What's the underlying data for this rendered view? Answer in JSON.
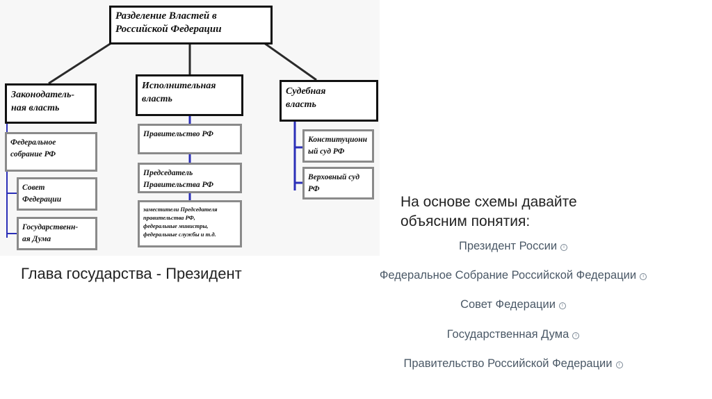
{
  "diagram": {
    "title": "Разделение Властей в\nРоссийской Федерации",
    "branches": {
      "legislative": {
        "label": "Законодатель-\nная власть",
        "children": [
          "Федеральное\nсобрание РФ",
          "Совет\nФедерации",
          "Государственн-\nая Дума"
        ]
      },
      "executive": {
        "label": "Исполнительная\nвласть",
        "children": [
          "Правительство РФ",
          "Председатель\nПравительства РФ",
          "заместители Председателя\nправительства РФ,\nфедеральные министры,\nфедеральные службы и т.д."
        ]
      },
      "judicial": {
        "label": "Судебная\nвласть",
        "children": [
          "Конституционн\nый суд РФ",
          "Верховный суд\nРФ"
        ]
      }
    },
    "colors": {
      "blue_connector": "#2b2fb8",
      "dark_connector": "#2a2a2a",
      "thick_border": "#111111",
      "thin_border": "#8a8a8a"
    }
  },
  "prompt_text": "На основе схемы давайте\nобъясним понятия:",
  "head_of_state": "Глава государства - Президент",
  "terms": [
    {
      "label": "Президент России",
      "icon": "info-icon"
    },
    {
      "label": "Федеральное Собрание Российской Федерации",
      "icon": "info-icon"
    },
    {
      "label": "Совет Федерации",
      "icon": "info-icon"
    },
    {
      "label": "Государственная Дума",
      "icon": "info-icon"
    },
    {
      "label": "Правительство Российской Федерации",
      "icon": "info-icon"
    }
  ]
}
